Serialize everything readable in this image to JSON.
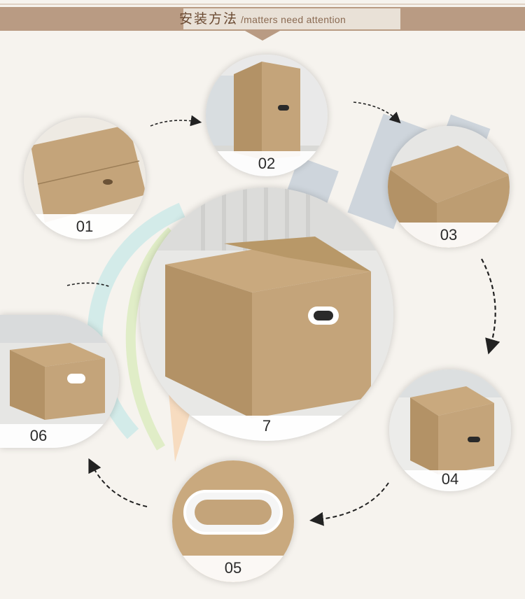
{
  "banner": {
    "title": "安装方法",
    "subtitle": "/matters need attention"
  },
  "steps": [
    {
      "label": "01"
    },
    {
      "label": "02"
    },
    {
      "label": "03"
    },
    {
      "label": "04"
    },
    {
      "label": "05"
    },
    {
      "label": "06"
    },
    {
      "label": "7"
    }
  ],
  "colors": {
    "banner": "#b99b83",
    "cardboard": "#c4a47a",
    "background": "#f6f3ee"
  }
}
